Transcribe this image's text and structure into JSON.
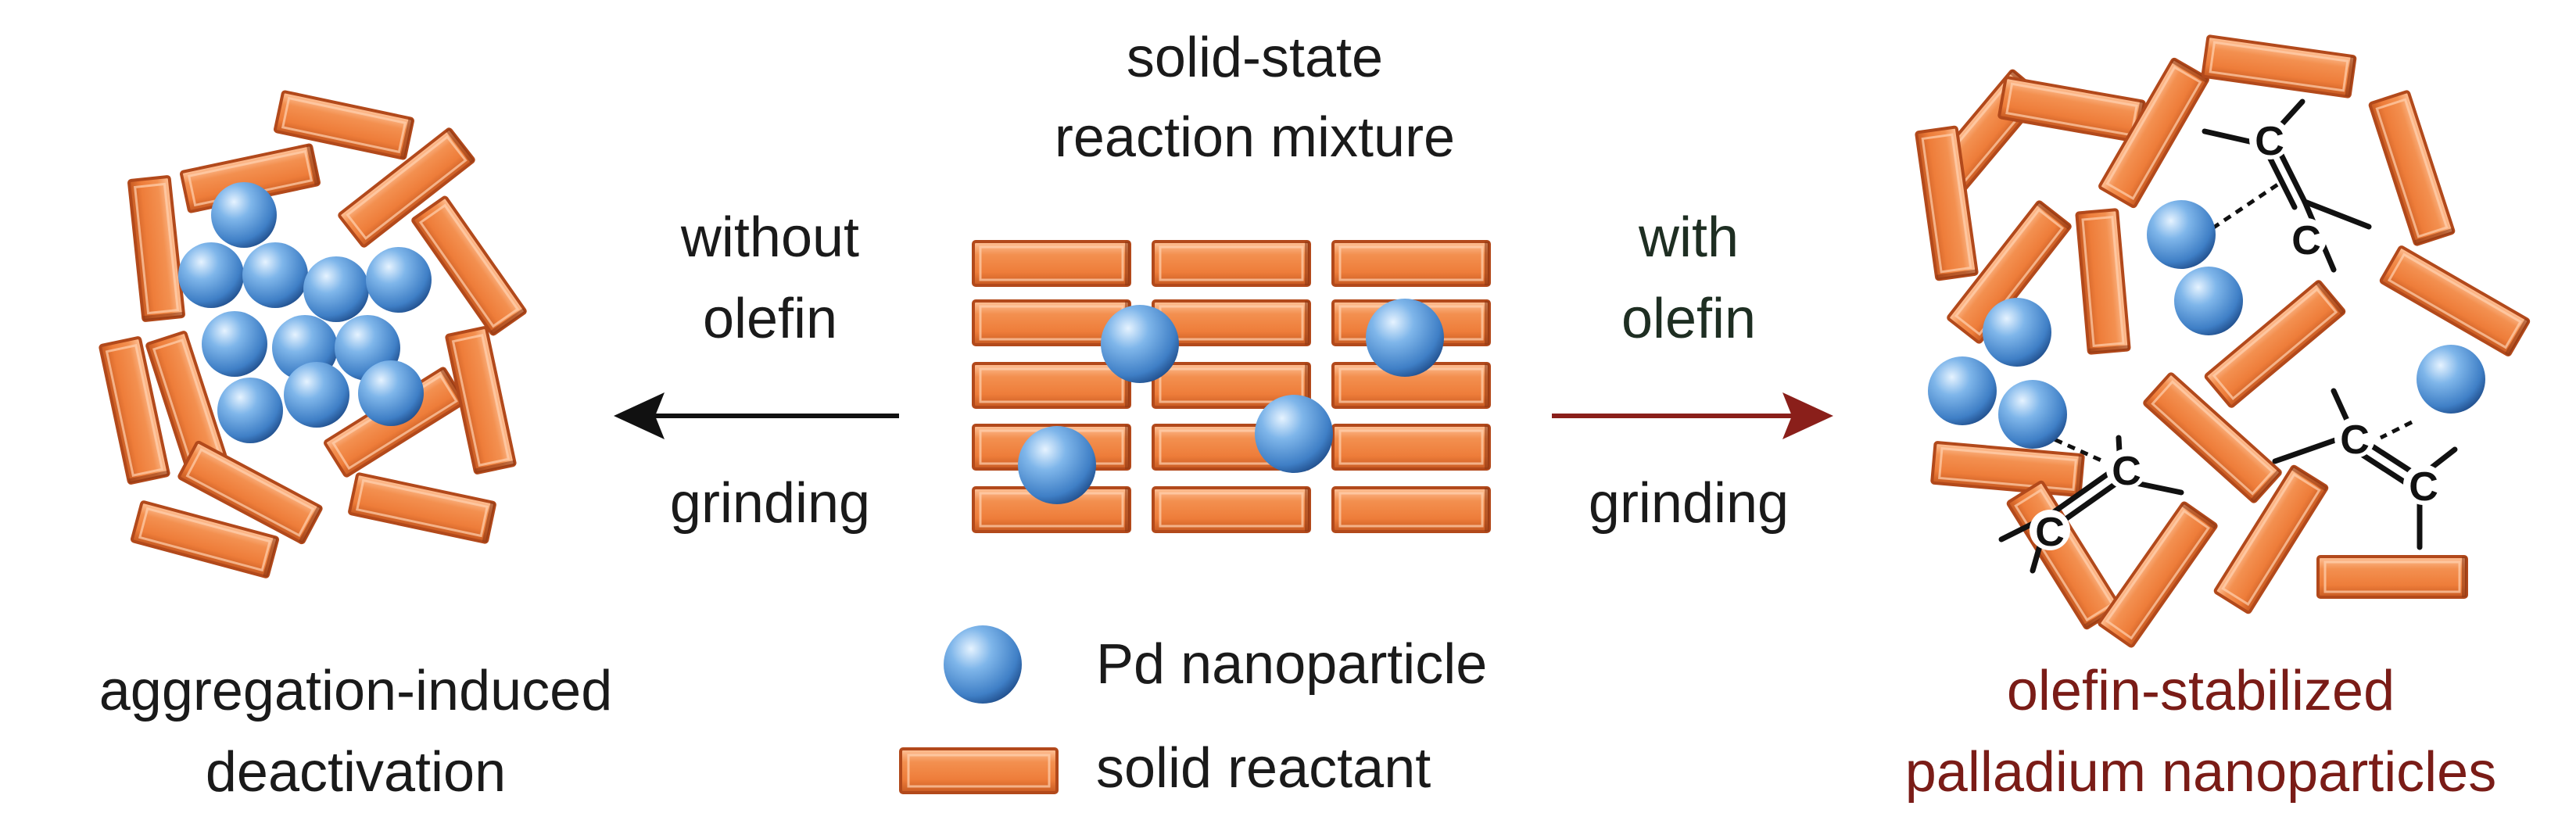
{
  "center": {
    "title_line1": "solid-state",
    "title_line2": "reaction mixture"
  },
  "left_arrow": {
    "top_line1": "without",
    "top_line2": "olefin",
    "bottom": "grinding",
    "color": "#111111"
  },
  "right_arrow": {
    "top_line1": "with",
    "top_line2": "olefin",
    "bottom": "grinding",
    "color": "#8a1f1a"
  },
  "left_result": {
    "line1": "aggregation-induced",
    "line2": "deactivation"
  },
  "right_result": {
    "line1": "olefin-stabilized",
    "line2": "palladium nanoparticles",
    "color": "#7a1c17"
  },
  "legend": {
    "items": [
      {
        "icon": "pd-nanoparticle-icon",
        "label": "Pd nanoparticle"
      },
      {
        "icon": "solid-reactant-icon",
        "label": "solid reactant"
      }
    ]
  },
  "carbon_label": "C",
  "colors": {
    "reactant_fill": "#f0884a",
    "reactant_edge": "#b2491b",
    "particle_light": "#d4ecff",
    "particle_mid": "#5a9ddd",
    "particle_dark": "#24589c"
  }
}
